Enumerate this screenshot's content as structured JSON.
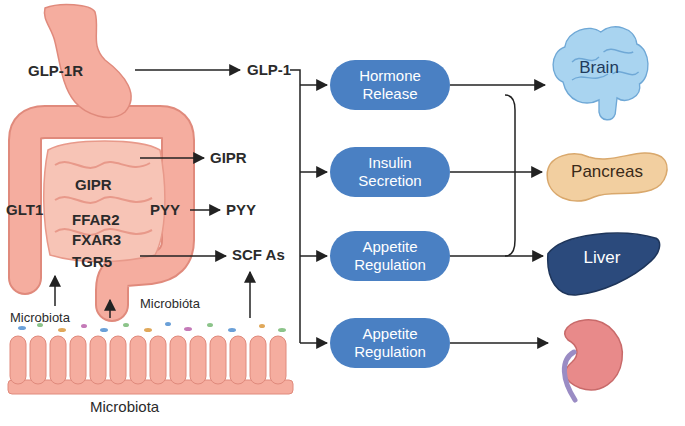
{
  "diagram": {
    "nodes": [
      {
        "text": [
          "Hormone Release"
        ]
      },
      {
        "text": [
          "Insulin Secretion"
        ]
      },
      {
        "text": [
          "Appetite Regulation"
        ]
      },
      {
        "text": [
          "Appetite Regulation"
        ]
      },
      {
        "text": [
          "Brain"
        ]
      },
      {
        "text": [
          "Pancreas"
        ]
      },
      {
        "text": [
          "Liver"
        ]
      }
    ],
    "edges": [
      {
        "from": 0,
        "to": 4,
        "arrow": "to"
      },
      {
        "from": 1,
        "to": 5,
        "arrow": "to"
      },
      {
        "from": 2,
        "to": 6,
        "arrow": "to"
      }
    ],
    "labels": [
      "GLP-1R",
      "GLP-1",
      "GIPR",
      "GIPR",
      "GLT1",
      "FFAR2",
      "PYY",
      "PYY",
      "FXAR3",
      "TGR5",
      "SCF As",
      "Microbiota",
      "Microbióta",
      "Microbiota"
    ]
  }
}
